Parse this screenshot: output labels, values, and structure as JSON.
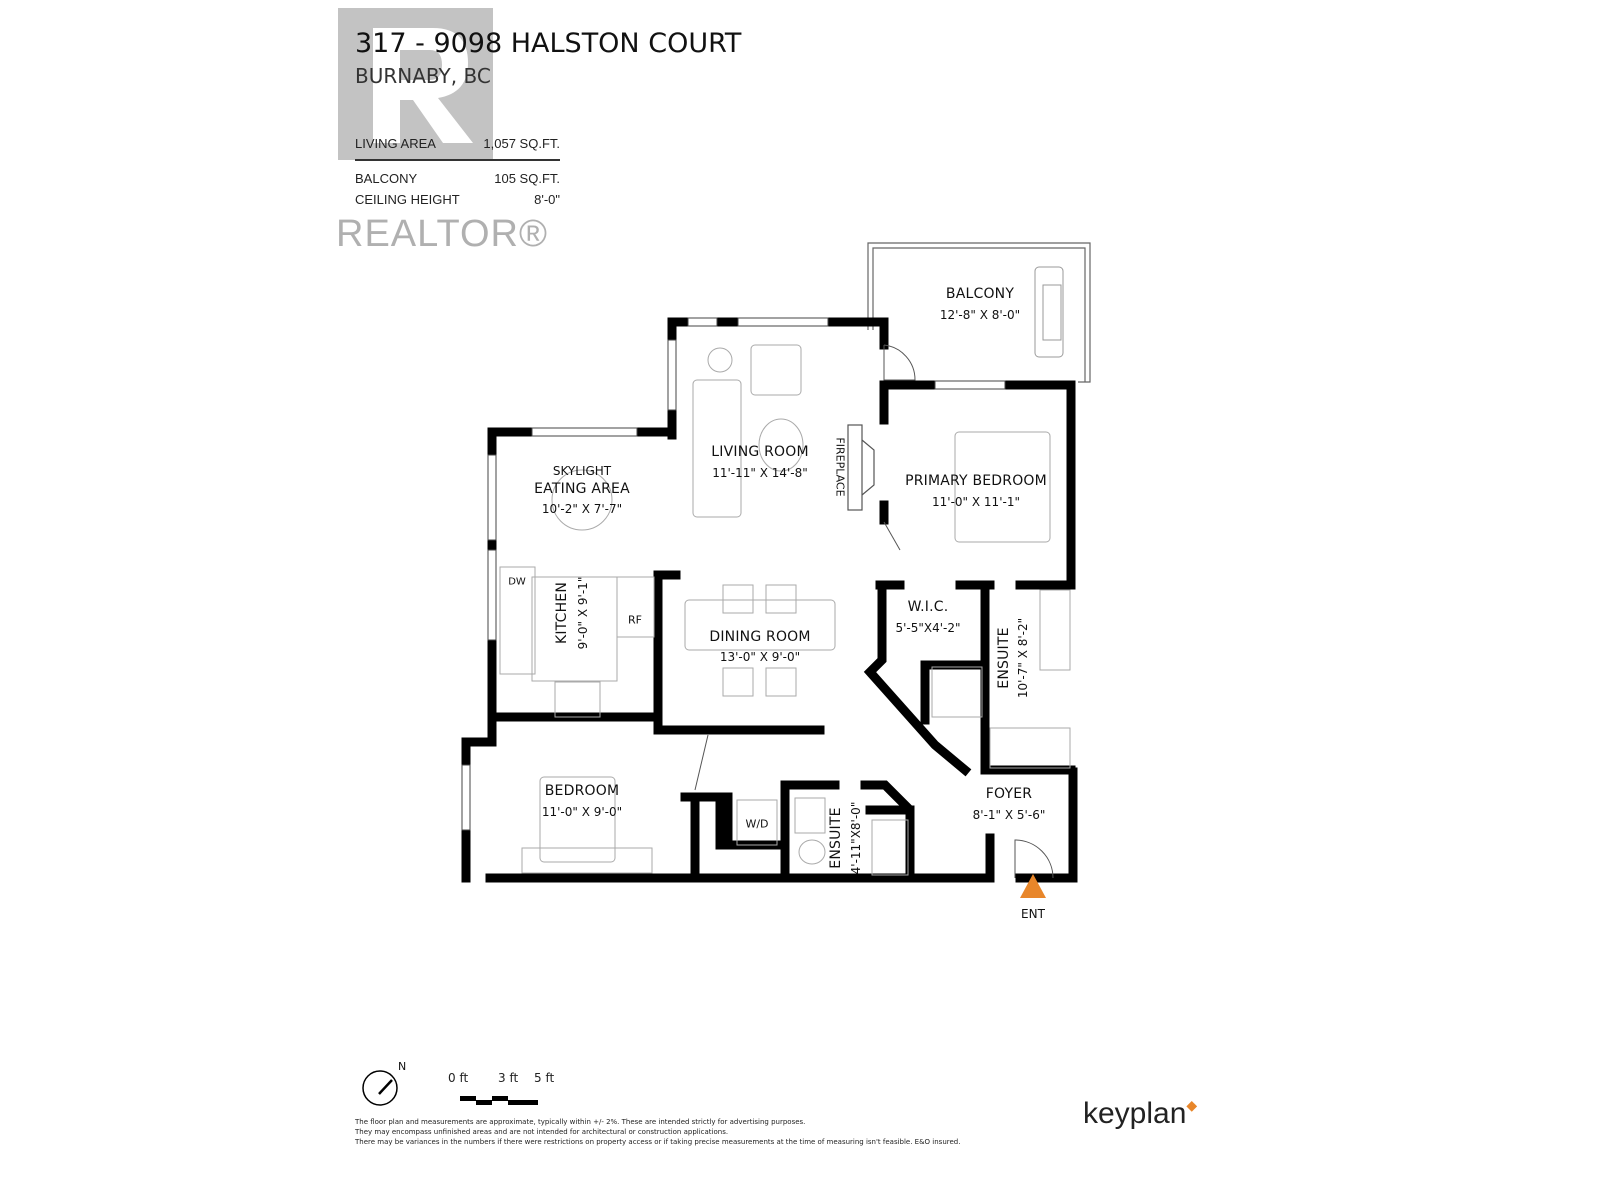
{
  "header": {
    "title": "317 - 9098 HALSTON COURT",
    "subtitle": "BURNABY, BC",
    "stats": [
      {
        "label": "LIVING AREA",
        "value": "1,057 SQ.FT."
      },
      {
        "label": "BALCONY",
        "value": "105 SQ.FT."
      },
      {
        "label": "CEILING HEIGHT",
        "value": "8'-0\""
      }
    ]
  },
  "watermark": {
    "text": "REALTOR®"
  },
  "rooms": [
    {
      "name": "BALCONY",
      "dims": "12'-8\"  X  8'-0\""
    },
    {
      "name": "LIVING ROOM",
      "dims": "11'-11\"  X  14'-8\""
    },
    {
      "name": "EATING AREA",
      "note": "SKYLIGHT",
      "dims": "10'-2\"  X  7'-7\""
    },
    {
      "name": "PRIMARY BEDROOM",
      "dims": "11'-0\"  X  11'-1\""
    },
    {
      "name": "KITCHEN",
      "dims": "9'-0\"  X  9'-1\""
    },
    {
      "name": "DINING ROOM",
      "dims": "13'-0\"  X  9'-0\""
    },
    {
      "name": "W.I.C.",
      "dims": "5'-5\"X4'-2\""
    },
    {
      "name": "ENSUITE",
      "dims": "10'-7\"  X  8'-2\""
    },
    {
      "name": "BEDROOM",
      "dims": "11'-0\"  X  9'-0\""
    },
    {
      "name": "ENSUITE",
      "dims": "4'-11\"X8'-0\""
    },
    {
      "name": "FOYER",
      "dims": "8'-1\"  X  5'-6\""
    }
  ],
  "fixtures": {
    "fireplace": "FIREPLACE",
    "dishwasher": "DW",
    "fridge": "RF",
    "washer_dryer": "W/D",
    "entry": "ENT"
  },
  "colors": {
    "entry_marker": "#e8862a",
    "wall": "#000000",
    "keyplan_accent": "#e8862a"
  },
  "footer": {
    "north": "N",
    "scale": [
      "0 ft",
      "3 ft",
      "5 ft"
    ],
    "legal": [
      "The floor plan and measurements are approximate, typically within +/- 2%. These are intended strictly for advertising purposes.",
      "They may encompass unfinished areas and are not intended for architectural or construction applications.",
      "There may be variances in the numbers if there were restrictions on property access or if taking precise measurements at the time of measuring isn't feasible. E&O insured."
    ],
    "brand": "keyplan"
  }
}
